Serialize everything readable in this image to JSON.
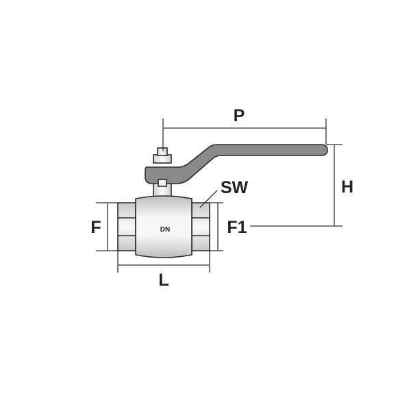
{
  "labels": {
    "p": "P",
    "h": "H",
    "sw": "SW",
    "f": "F",
    "f1": "F1",
    "l": "L",
    "dn": "DN"
  },
  "colors": {
    "handle": "#8a8a8a",
    "body_light": "#f4f4f4",
    "body_shade": "#cfcfcf",
    "line": "#333333"
  }
}
